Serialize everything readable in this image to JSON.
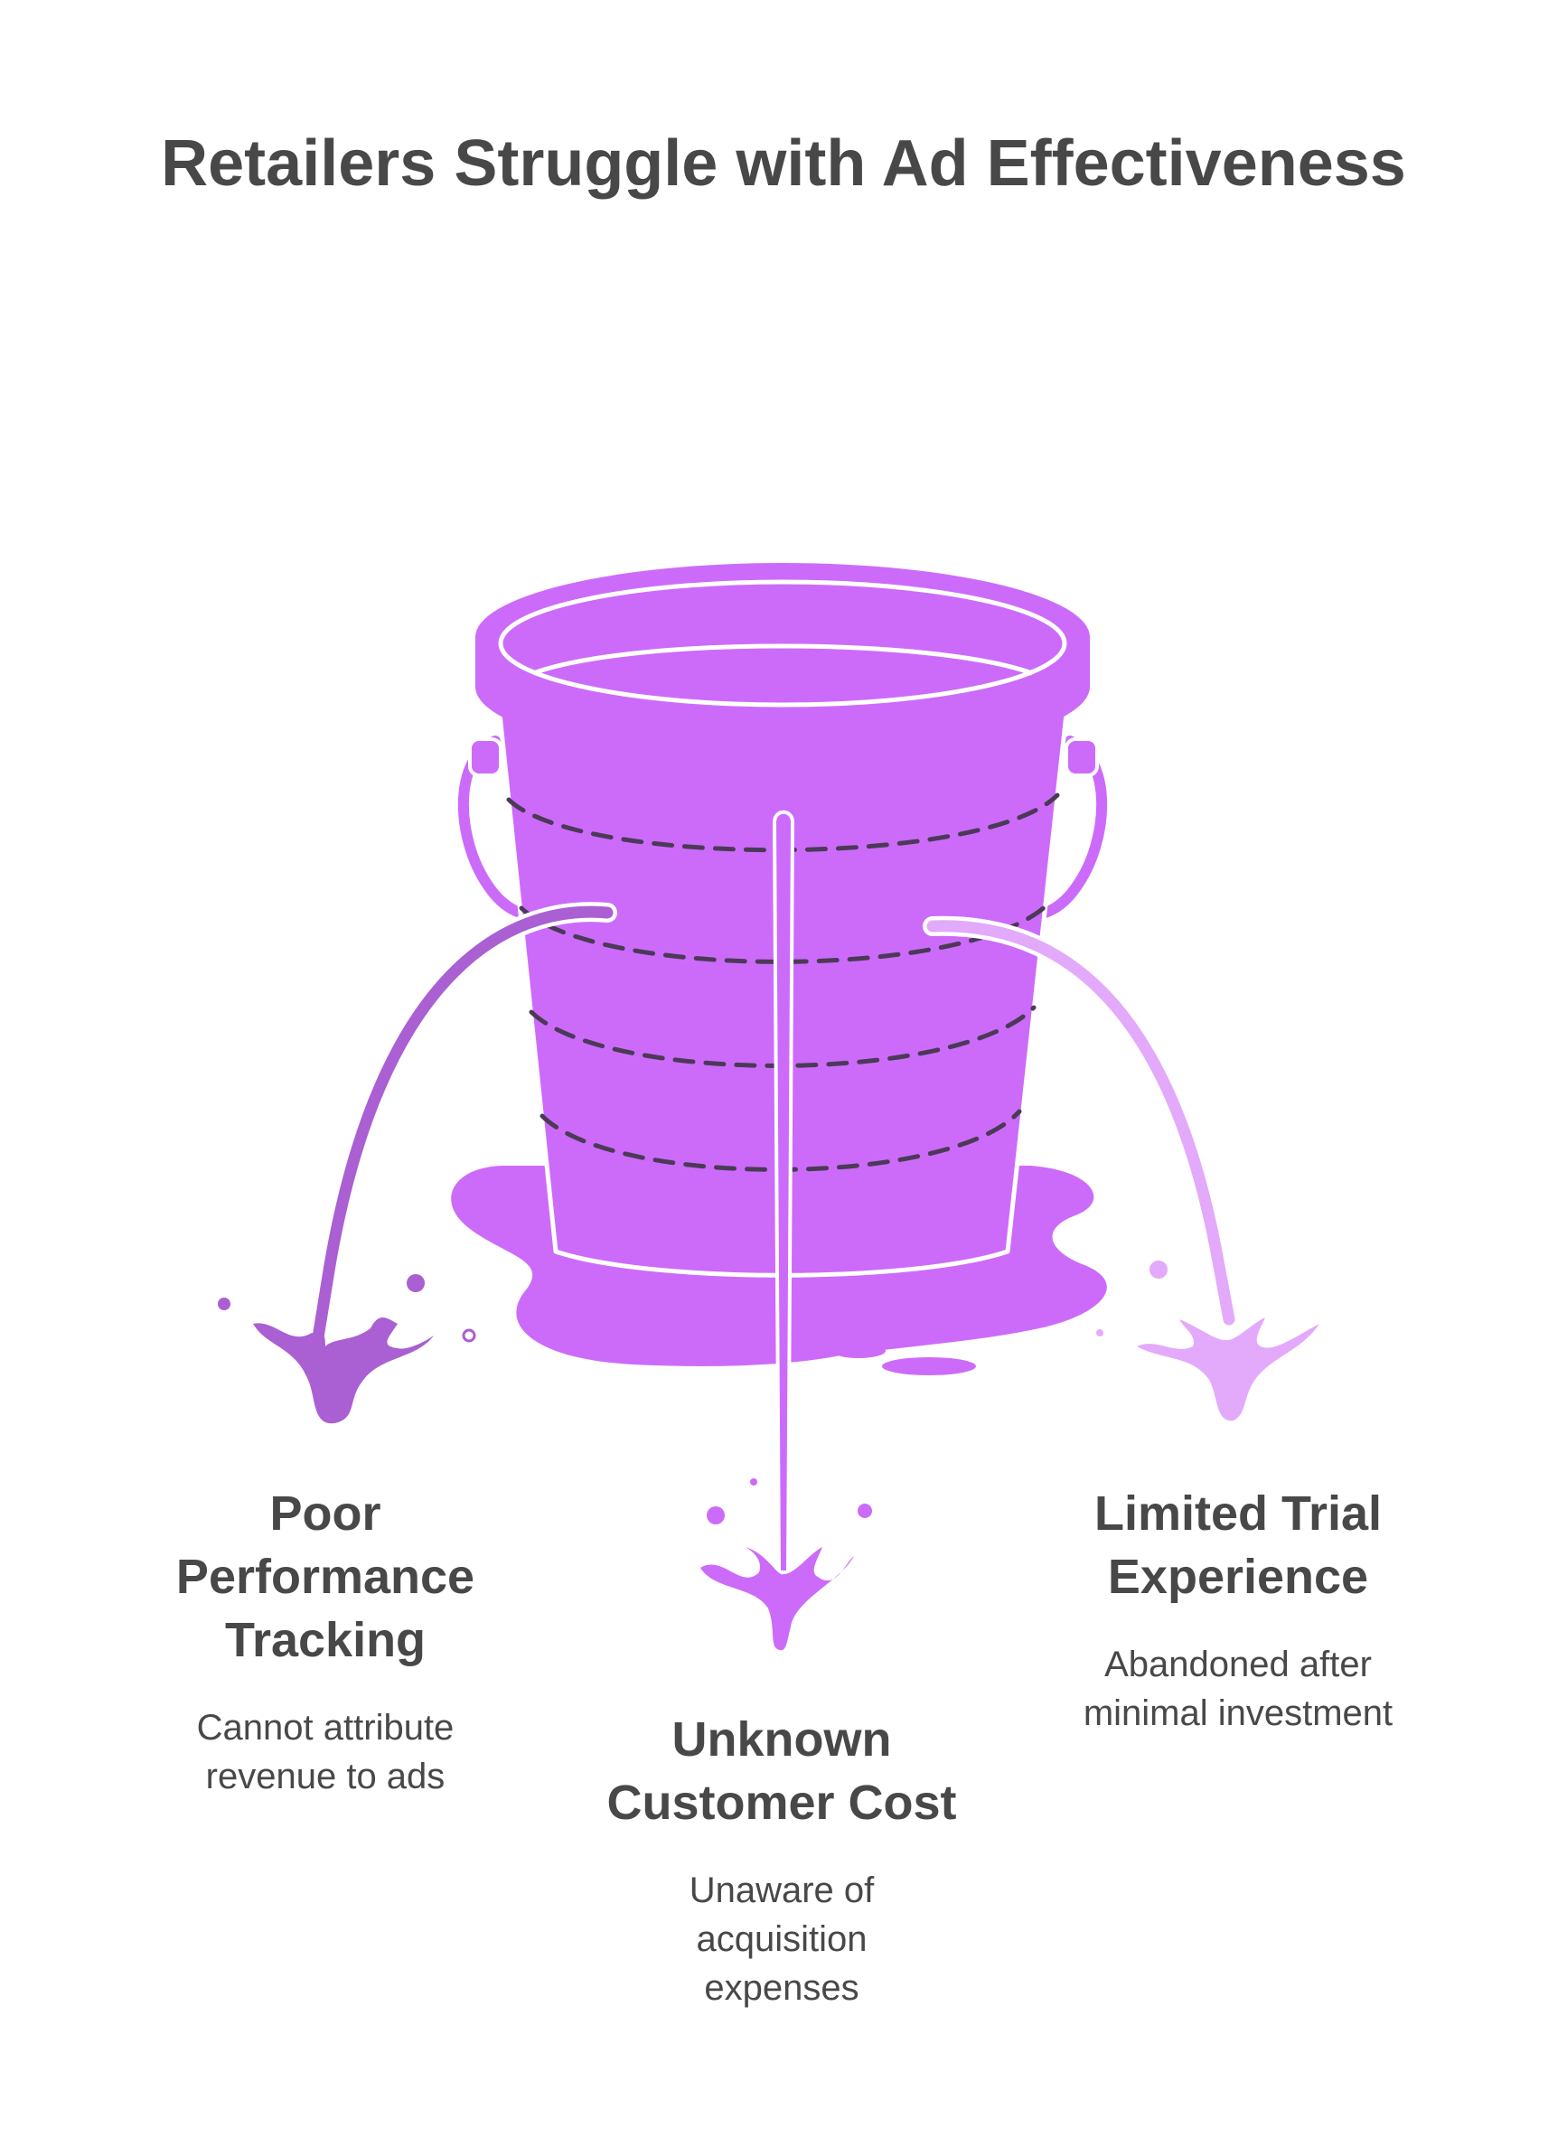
{
  "title": "Retailers Struggle with Ad Effectiveness",
  "colors": {
    "bucket": "#cc6bfa",
    "left_leak": "#aa5fd3",
    "right_leak": "#e3a9fb",
    "stitch": "#4b3a57",
    "text": "#484848"
  },
  "leaks": [
    {
      "title": "Poor Performance Tracking",
      "description": "Cannot attribute revenue to ads",
      "icon": "left-leak-icon"
    },
    {
      "title": "Unknown Customer Cost",
      "description": "Unaware of acquisition expenses",
      "icon": "center-leak-icon"
    },
    {
      "title": "Limited Trial Experience",
      "description": "Abandoned after minimal investment",
      "icon": "right-leak-icon"
    }
  ]
}
